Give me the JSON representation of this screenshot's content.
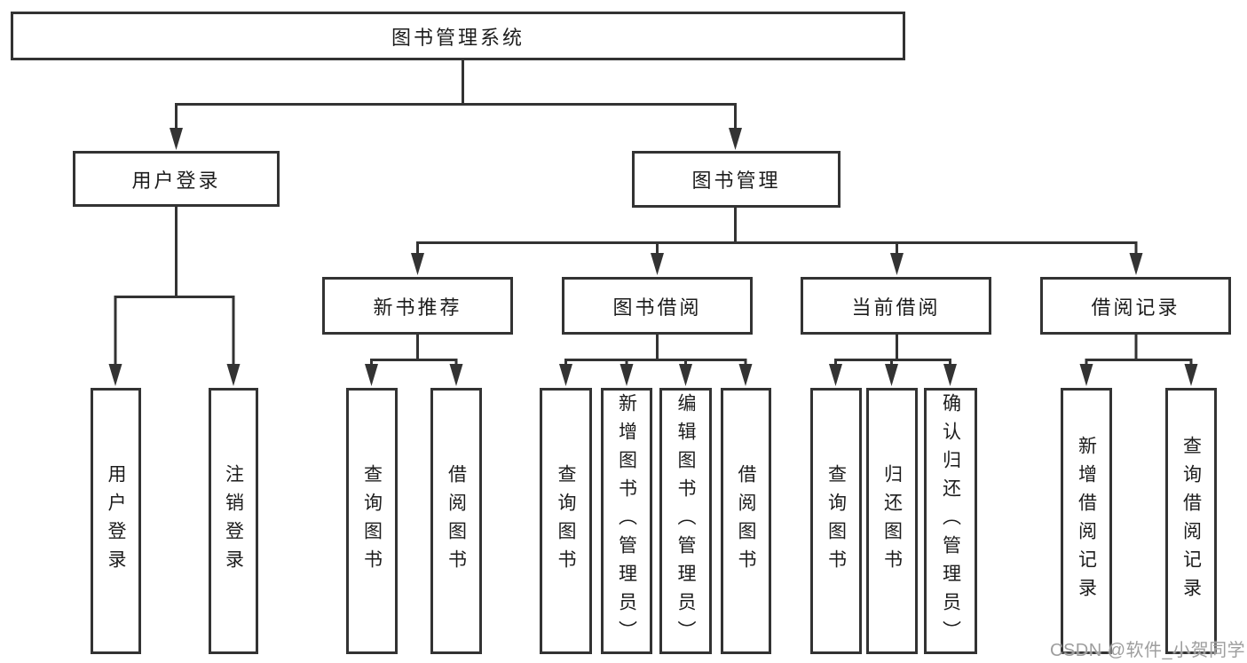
{
  "diagram": {
    "type": "hierarchy-tree",
    "nodes": {
      "root": "图书管理系统",
      "user_login": "用户登录",
      "book_mgmt": "图书管理",
      "new_book": "新书推荐",
      "book_borrow": "图书借阅",
      "current_borrow": "当前借阅",
      "borrow_record": "借阅记录",
      "leaf_user_login": "用户登录",
      "leaf_logout": "注销登录",
      "leaf_nb_query": "查询图书",
      "leaf_nb_borrow": "借阅图书",
      "leaf_bb_query": "查询图书",
      "leaf_bb_add": "新增图书（管理员）",
      "leaf_bb_edit": "编辑图书（管理员）",
      "leaf_bb_borrow": "借阅图书",
      "leaf_cb_query": "查询图书",
      "leaf_cb_return": "归还图书",
      "leaf_cb_confirm": "确认归还（管理员）",
      "leaf_br_add": "新增借阅记录",
      "leaf_br_query": "查询借阅记录"
    },
    "hierarchy": {
      "图书管理系统": {
        "用户登录": [
          "用户登录",
          "注销登录"
        ],
        "图书管理": {
          "新书推荐": [
            "查询图书",
            "借阅图书"
          ],
          "图书借阅": [
            "查询图书",
            "新增图书（管理员）",
            "编辑图书（管理员）",
            "借阅图书"
          ],
          "当前借阅": [
            "查询图书",
            "归还图书",
            "确认归还（管理员）"
          ],
          "借阅记录": [
            "新增借阅记录",
            "查询借阅记录"
          ]
        }
      }
    },
    "colors": {
      "line": "#333333",
      "box_border": "#333333",
      "box_fill": "#ffffff",
      "text": "#1c1c1c",
      "background": "#ffffff",
      "watermark_text": "#9e9e9e"
    }
  },
  "watermark": "CSDN @软件_小贺同学"
}
